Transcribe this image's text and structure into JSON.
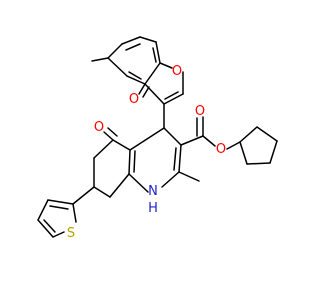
{
  "molecule": {
    "atoms": {
      "ring_O": "O",
      "carbonyl_O_chromone": "O",
      "carbonyl_O_quinoline": "O",
      "ester_O_double": "O",
      "ester_O_single": "O",
      "thiophene_S": "S",
      "amine_N": "N",
      "amine_H": "H"
    },
    "colors": {
      "oxygen": "#ff0000",
      "sulfur": "#b5a300",
      "nitrogen": "#1f24c9",
      "bond": "#000000"
    }
  }
}
